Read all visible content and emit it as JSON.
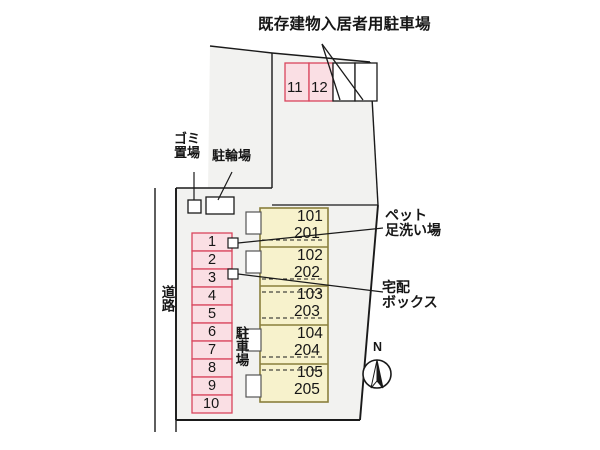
{
  "document": {
    "kind": "site-plan",
    "background_color": "#ffffff",
    "line_color": "#1a1a1a"
  },
  "title": {
    "text": "既存建物入居者用駐車場"
  },
  "colors": {
    "building_fill": "#f7f2cc",
    "building_stroke": "#8a7f3d",
    "parking_fill": "#fadfe4",
    "parking_stroke": "#d9455c",
    "site_fill": "#f2f2f0",
    "plain_stall_fill": "#ffffff",
    "line": "#1a1a1a"
  },
  "existing_parking": {
    "label_ref": "既存建物入居者用駐車場",
    "highlighted_stalls": [
      "11",
      "12"
    ],
    "plain_stalls": [
      "",
      ""
    ]
  },
  "facilities": {
    "gomi": {
      "label": "ゴミ\n置場"
    },
    "bicycle": {
      "label": "駐輪場"
    },
    "pet_wash": {
      "label": "ペット\n足洗い場"
    },
    "delivery_box": {
      "label": "宅配\nボックス"
    }
  },
  "road": {
    "label": "道路"
  },
  "parking_lot": {
    "label": "駐車場",
    "stalls": [
      "1",
      "2",
      "3",
      "4",
      "5",
      "6",
      "7",
      "8",
      "9",
      "10"
    ]
  },
  "building": {
    "units": [
      {
        "upper": "101",
        "lower": "201"
      },
      {
        "upper": "102",
        "lower": "202"
      },
      {
        "upper": "103",
        "lower": "203"
      },
      {
        "upper": "104",
        "lower": "204"
      },
      {
        "upper": "105",
        "lower": "205"
      }
    ]
  },
  "compass": {
    "label": "N"
  }
}
